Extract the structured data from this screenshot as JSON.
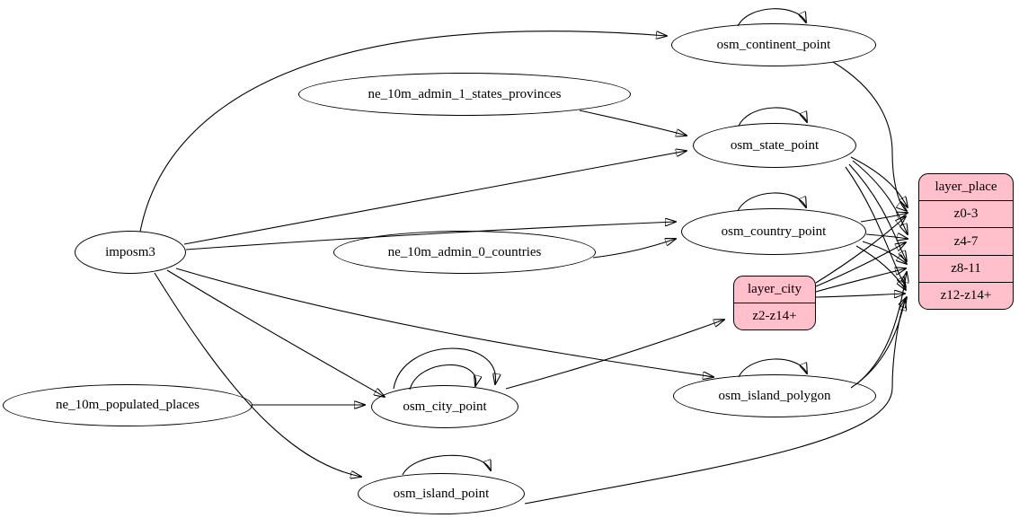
{
  "diagram": {
    "background_color": "#ffffff",
    "edge_color": "#000000",
    "table_node_fill": "#ffffff",
    "layer_node_fill": "#ffc0cb",
    "nodes": {
      "imposm3": {
        "label": "imposm3",
        "shape": "ellipse"
      },
      "ne_10m_admin_1_states_provinces": {
        "label": "ne_10m_admin_1_states_provinces",
        "shape": "ellipse"
      },
      "ne_10m_admin_0_countries": {
        "label": "ne_10m_admin_0_countries",
        "shape": "ellipse"
      },
      "ne_10m_populated_places": {
        "label": "ne_10m_populated_places",
        "shape": "ellipse"
      },
      "osm_continent_point": {
        "label": "osm_continent_point",
        "shape": "ellipse"
      },
      "osm_state_point": {
        "label": "osm_state_point",
        "shape": "ellipse"
      },
      "osm_country_point": {
        "label": "osm_country_point",
        "shape": "ellipse"
      },
      "osm_city_point": {
        "label": "osm_city_point",
        "shape": "ellipse"
      },
      "osm_island_polygon": {
        "label": "osm_island_polygon",
        "shape": "ellipse"
      },
      "osm_island_point": {
        "label": "osm_island_point",
        "shape": "ellipse"
      },
      "layer_city": {
        "label": "layer_city",
        "rows": [
          "z2-z14+"
        ],
        "shape": "record",
        "fill": "#ffc0cb"
      },
      "layer_place": {
        "label": "layer_place",
        "rows": [
          "z0-3",
          "z4-7",
          "z8-11",
          "z12-z14+"
        ],
        "shape": "record",
        "fill": "#ffc0cb"
      }
    },
    "edges": [
      {
        "from": "imposm3",
        "to": "osm_continent_point"
      },
      {
        "from": "imposm3",
        "to": "osm_state_point"
      },
      {
        "from": "imposm3",
        "to": "osm_country_point"
      },
      {
        "from": "imposm3",
        "to": "osm_city_point"
      },
      {
        "from": "imposm3",
        "to": "osm_island_polygon"
      },
      {
        "from": "imposm3",
        "to": "osm_island_point"
      },
      {
        "from": "ne_10m_admin_1_states_provinces",
        "to": "osm_state_point"
      },
      {
        "from": "ne_10m_admin_0_countries",
        "to": "osm_country_point"
      },
      {
        "from": "ne_10m_populated_places",
        "to": "osm_city_point"
      },
      {
        "from": "osm_continent_point",
        "to": "osm_continent_point"
      },
      {
        "from": "osm_state_point",
        "to": "osm_state_point"
      },
      {
        "from": "osm_country_point",
        "to": "osm_country_point"
      },
      {
        "from": "osm_city_point",
        "to": "osm_city_point"
      },
      {
        "from": "osm_city_point",
        "to": "osm_city_point"
      },
      {
        "from": "osm_island_polygon",
        "to": "osm_island_polygon"
      },
      {
        "from": "osm_island_point",
        "to": "osm_island_point"
      },
      {
        "from": "osm_continent_point",
        "to": "layer_place:z0-3"
      },
      {
        "from": "osm_state_point",
        "to": "layer_place:z0-3"
      },
      {
        "from": "osm_state_point",
        "to": "layer_place:z4-7"
      },
      {
        "from": "osm_state_point",
        "to": "layer_place:z8-11"
      },
      {
        "from": "osm_state_point",
        "to": "layer_place:z12-z14+"
      },
      {
        "from": "osm_country_point",
        "to": "layer_place:z0-3"
      },
      {
        "from": "osm_country_point",
        "to": "layer_place:z4-7"
      },
      {
        "from": "osm_country_point",
        "to": "layer_place:z8-11"
      },
      {
        "from": "osm_country_point",
        "to": "layer_place:z12-z14+"
      },
      {
        "from": "layer_city",
        "to": "layer_place:z0-3"
      },
      {
        "from": "layer_city",
        "to": "layer_place:z4-7"
      },
      {
        "from": "layer_city",
        "to": "layer_place:z8-11"
      },
      {
        "from": "layer_city",
        "to": "layer_place:z12-z14+"
      },
      {
        "from": "osm_island_polygon",
        "to": "layer_place:z8-11"
      },
      {
        "from": "osm_island_polygon",
        "to": "layer_place:z12-z14+"
      },
      {
        "from": "osm_island_point",
        "to": "layer_place:z12-z14+"
      },
      {
        "from": "osm_city_point",
        "to": "layer_city:z2-z14+"
      }
    ]
  }
}
